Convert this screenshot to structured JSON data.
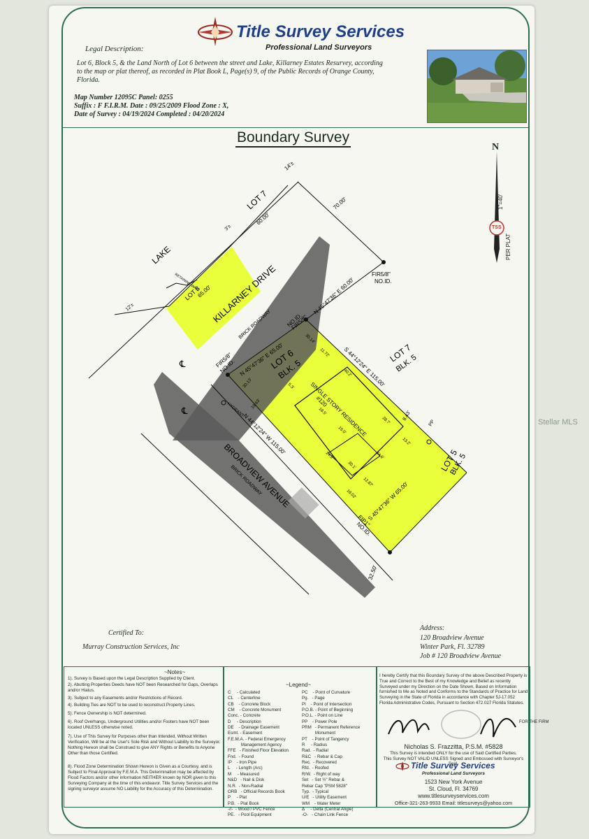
{
  "header": {
    "brand_title": "Title Survey Services",
    "brand_subtitle": "Professional Land Surveyors",
    "legal_label": "Legal Description:",
    "legal_text": "Lot 6, Block 5, & the Land North of Lot 6 between the street and Lake, Killarney Estates Resurvey, according to the map or plat thereof, as recorded in Plat Book L, Page(s) 9, of the Public Records of Orange County, Florida.",
    "map_number": "Map Number 12095C  Panel: 0255",
    "suffix_line": "Suffix : F  F.I.R.M. Date : 09/25/2009  Flood Zone : X,",
    "date_line": "Date of Survey : 04/19/2024  Completed : 04/20/2024"
  },
  "survey": {
    "title": "Boundary Survey",
    "north": "N",
    "scale": "1\"=40'",
    "per_plat": "PER PLAT",
    "tss": "TSS",
    "lot7_top": "LOT 7",
    "lake": "LAKE",
    "retaining_wall": "RETAINING WALL",
    "lot8": "LOT 8",
    "lot8_dim": "65.00'",
    "dim_14": "14'±",
    "dim_3": "3'±",
    "dim_12": "12'±",
    "dim_70": "70.00'",
    "dim_60a": "60.00'",
    "dim_60b": "N 45°47'36\" E 60.00'",
    "fir_top": "FIR5/8\"",
    "noid_top": "NO.ID.",
    "killarney": "KILLARNEY DRIVE",
    "brick_roadway1": "BRICK ROADWAY",
    "brick_roadway2": "BRICK ROADWAY",
    "broadview": "BROADVIEW AVENUE",
    "cl1": "℄",
    "cl2": "℄",
    "fir_mid": "FIR5/8\"",
    "noid_mid": "NO.ID.",
    "fir_left": "FIR5/8\"",
    "noid_left": "NO.ID.",
    "north_line": "N 45°47'36\" E 65.00'",
    "east_line": "S 44°12'24\" E 115.00'",
    "west_line": "N 44°12'24\" W 115.00'",
    "south_line": "S 45°47'36\" W 65.00'",
    "lot6": "LOT 6",
    "blk5a": "BLK. 5",
    "lot7_right": "LOT 7",
    "blk5b": "BLK. 5",
    "lot5": "LOT 5",
    "blk5c": "BLK. 5",
    "house": "SINGLE STORY RESIDENCE",
    "house_no": "#120",
    "hydrant": "HYDRANT",
    "fip": "FIP1\"",
    "noid_fip": "NO.ID.",
    "pp": "PP",
    "dim_325": "32.50'",
    "dim_843": "8.43'",
    "d1": "30.14'",
    "d2": "11.72'",
    "d3": "40.2'",
    "d4": "28.7'",
    "d5": "30.13'",
    "d6": "19.63'",
    "d7": "18.5'",
    "d8": "15.0'",
    "d9": "14.5'",
    "d10": "34.6'",
    "d11": "30.1'",
    "d12": "13.2'",
    "d13": "12.87'",
    "d14": "18.02'",
    "d15": "5.3'"
  },
  "certified": {
    "label": "Certified To:",
    "to": "Murray Construction Services, Inc"
  },
  "address": {
    "label": "Address:",
    "line1": "120 Broadview Avenue",
    "line2": "Winter Park, Fl. 32789",
    "job": "Job # 120 Broadview Avenue"
  },
  "watermark": "Stellar MLS",
  "notes": {
    "title": "~Notes~",
    "items": [
      "1). Survey is Based upon the Legal Description Supplied by Client.",
      "2). Abutting Properties Deeds have NOT been Researched for Gaps, Overlaps and/or Hiatus.",
      "3). Subject to any Easements and/or Restrictions of Record.",
      "4). Building Ties are NOT to be used to reconstruct Property Lines.",
      "5). Fence Ownership is NOT determined.",
      "6). Roof Overhangs, Underground Utilities and/or Footers have NOT been located UNLESS otherwise noted.",
      "7). Use of This Survey for Purposes other than Intended, Without Written Verification, Will be at the User's Sole Risk and Without Liability to the Surveyor. Nothing Hereon shall be Construed to give ANY Rights or Benefits to Anyone Other than those Certified.",
      "8). Flood Zone Determination Shown Hereon is Given as a Courtesy, and is Subject to Final Approval by F.E.M.A. This Determination may be affected by Flood Factors and/or other information NEITHER known by NOR given to this Surveying Company at the time of this endeavor. Title Survey Services and the signing surveyor assume NO Liability for the Accuracy of this Determination."
    ]
  },
  "legend": {
    "title": "~Legend~",
    "left": [
      "C     - Calculated",
      "CL    - Centerline",
      "CB    - Concrete Block",
      "CM    - Concrete Monument",
      "Conc. - Concrete",
      "D     - Description",
      "DE    - Drainage Easement",
      "Esmt. - Easement",
      "F.E.M.A. - Federal Emergency",
      "           Management Agency",
      "FFE   - Finished Floor Elevation",
      "Fnd.  - Found",
      "IP    - Iron Pipe",
      "L     - Length (Arc)",
      "M     - Measured",
      "N&D   - Nail & Disk",
      "N.R.  - Non-Radial",
      "ORB   - Official Records Book",
      "P     - Plat",
      "P.B.  - Plat Book",
      "-//-  - Wood / PVC Fence",
      "PE.   - Pool Equipment"
    ],
    "right": [
      "PC    - Point of Curvature",
      "Pg.   - Page",
      "PI    - Point of Intersection",
      "P.O.B. - Point of Beginning",
      "P.O.L. - Point on Line",
      "PP    - Power Pole",
      "PRM   - Permanent Reference",
      "           Monument",
      "PT    - Point of Tangency",
      "R     - Radius",
      "Rad.  - Radial",
      "R&C   - Rebar & Cap",
      "Rec.  - Recovered",
      "Rfd.  - Roofed",
      "R/W.  - Right of way",
      "Set   - Set ½\" Rebar &",
      "Rebar Cap \"PSM 5828\"",
      "Typ.  - Typical",
      "U/E   - Utility Easement",
      "WM    - Water Meter",
      "Δ     - Delta (Central Angle)",
      "-O-   - Chain Link Fence"
    ]
  },
  "certification": {
    "text": "I hereby Certify that this Boundary Survey of the above Described Property is True and Correct to the Best of my Knowledge and Belief as recently Surveyed under my Direction on the Date Shown, Based on Information furnished to Me as Noted and Conforms to the Standards of Practice for Land Surveying in the State of Florida in accordance with Chapter 5J-17.052 Florida Administrative Codes, Pursuant to Section 472.027 Florida Statutes.",
    "for_the_firm": "FOR THE FIRM",
    "signer": "Nicholas S. Frazzitta, P.S.M. #5828",
    "valid1": "This Survey is intended ONLY for the use of Said Certified Parties.",
    "valid2": "This Survey NOT VALID UNLESS Signed and Embossed with Surveyor's Seal."
  },
  "footer": {
    "brand": "Title Survey Services",
    "sub": "Professional Land Surveyors",
    "street": "1523 New York Avenue",
    "city": "St. Cloud, Fl. 34769",
    "web": "www.titlesurveyservices.com",
    "contact": "Office-321-263-9933  Email: titlesurveys@yahoo.com"
  },
  "colors": {
    "highlight": "#e6ff2a",
    "frame": "#2f6e4c",
    "brand": "#1f3f86",
    "road": "#555555"
  }
}
